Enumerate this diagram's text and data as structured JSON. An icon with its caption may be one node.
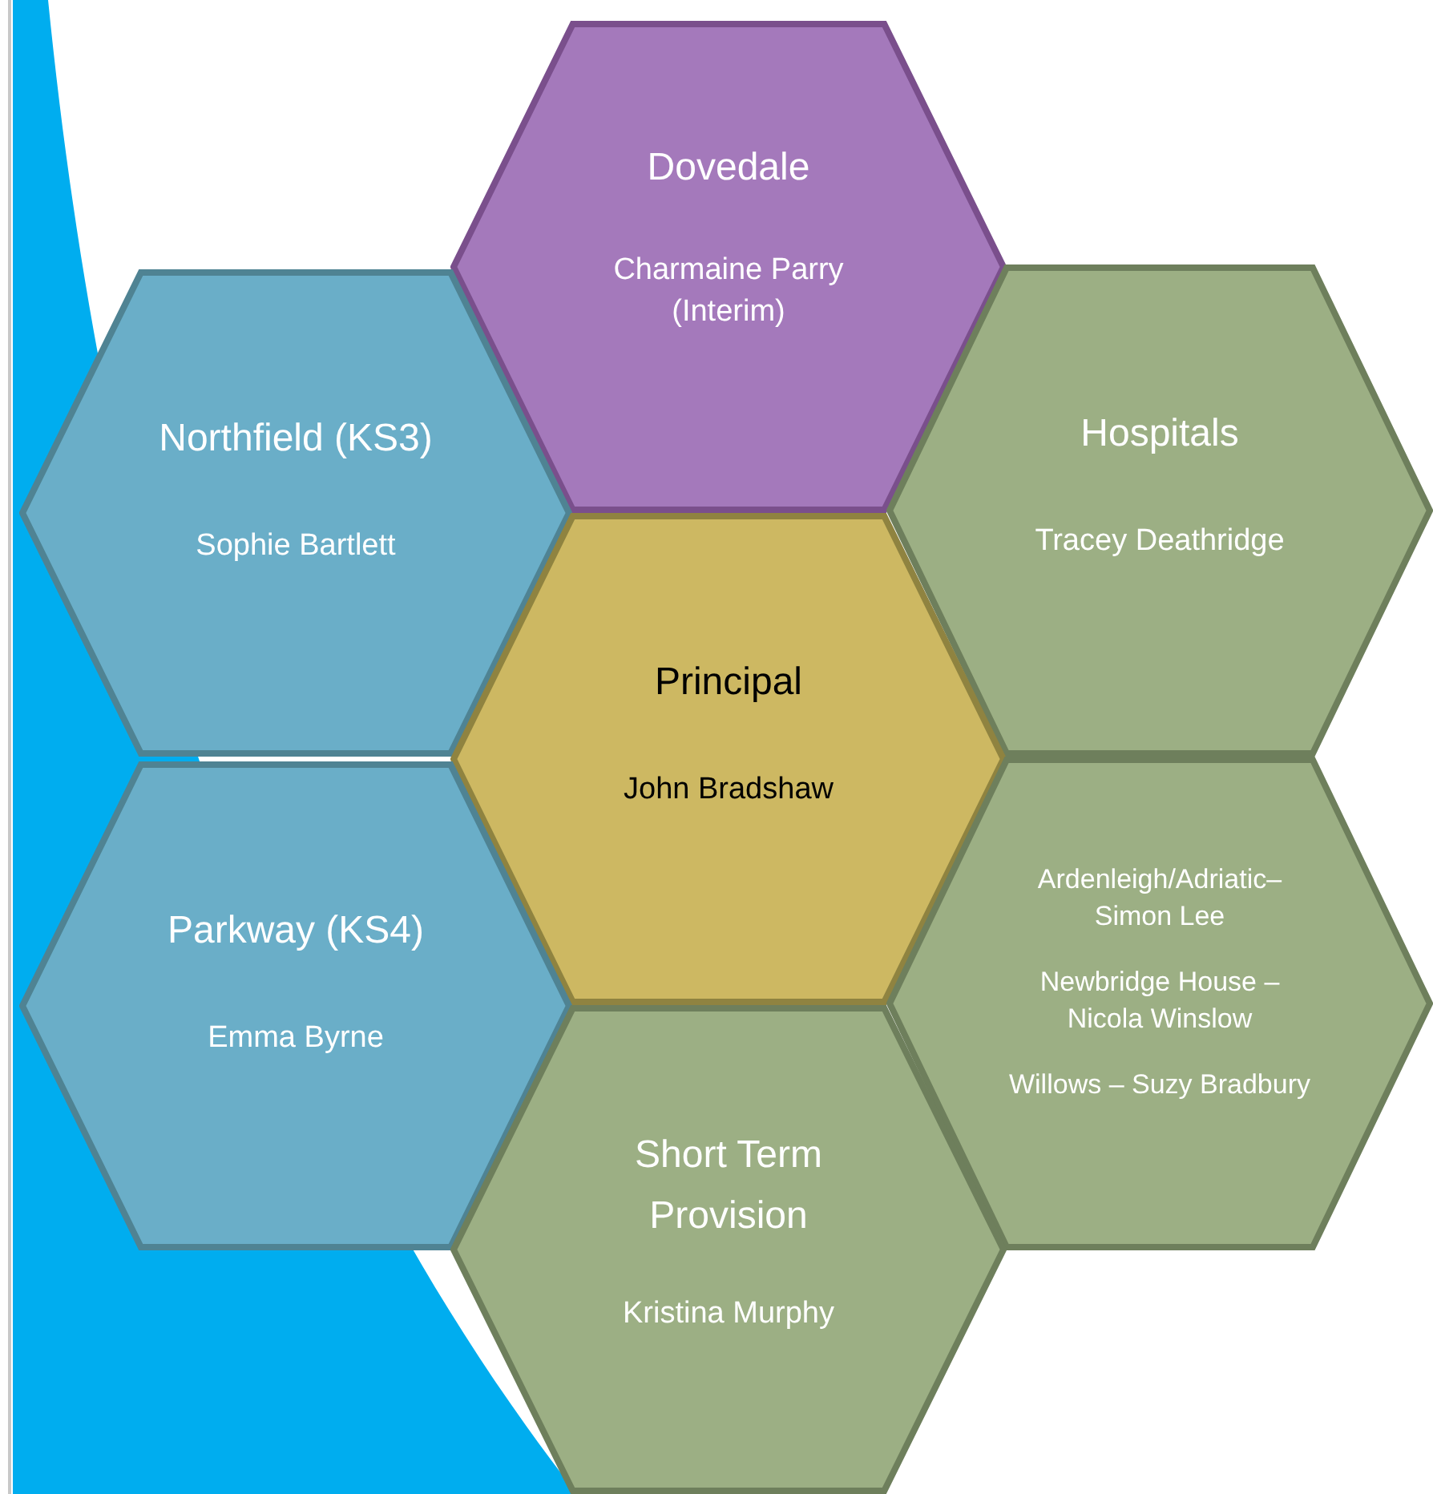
{
  "diagram": {
    "nodes": [
      {
        "text": [
          "Dovedale",
          "Charmaine Parry (Interim)"
        ]
      },
      {
        "text": [
          "Northfield (KS3)",
          "Sophie Bartlett"
        ]
      },
      {
        "text": [
          "Hospitals",
          "Tracey Deathridge"
        ]
      },
      {
        "text": [
          "Principal",
          "John Bradshaw"
        ]
      },
      {
        "text": [
          "Parkway (KS4)",
          "Emma Byrne"
        ]
      },
      {
        "text": [
          "Ardenleigh/Adriatic– Simon Lee",
          "Newbridge House – Nicola Winslow",
          "Willows – Suzy Bradbury"
        ]
      },
      {
        "text": [
          "Short Term Provision",
          "Kristina Murphy"
        ]
      }
    ]
  }
}
